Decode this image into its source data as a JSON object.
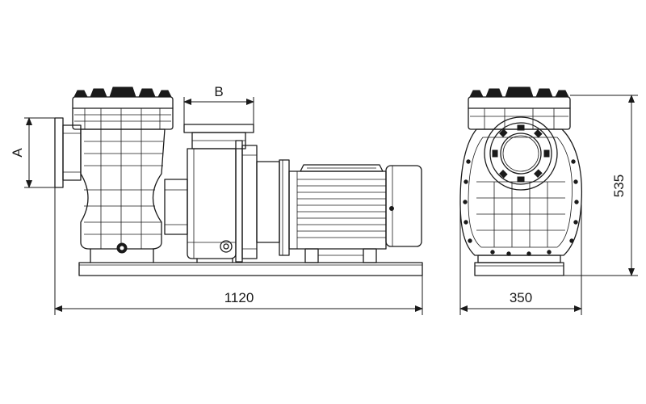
{
  "dimensions": {
    "total_length": "1120",
    "width": "350",
    "height": "535",
    "label_a": "A",
    "label_b": "B"
  },
  "colors": {
    "line": "#1a1a1a",
    "background": "#ffffff"
  }
}
